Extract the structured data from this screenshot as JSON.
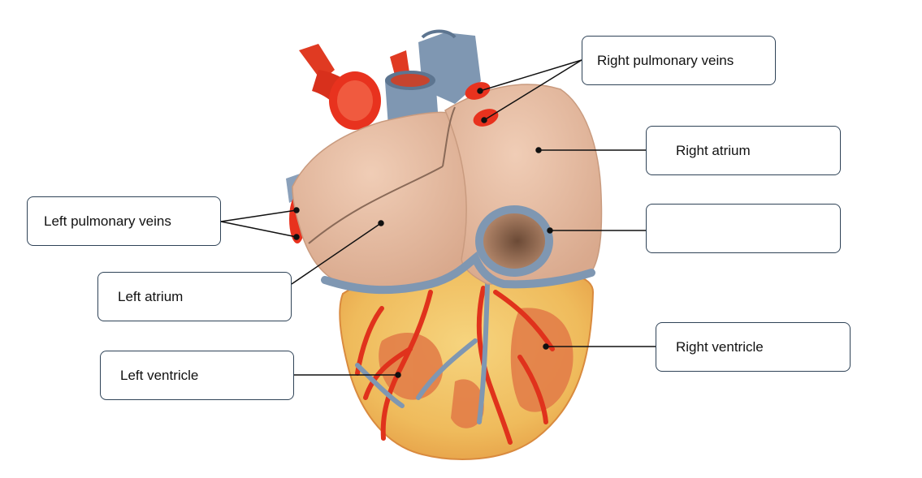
{
  "labels": {
    "right_pulmonary_veins": "Right pulmonary veins",
    "right_atrium": "Right atrium",
    "blank_label": "",
    "left_pulmonary_veins": "Left pulmonary veins",
    "left_atrium": "Left atrium",
    "left_ventricle": "Left ventricle",
    "right_ventricle": "Right ventricle"
  },
  "colors": {
    "artery_red": "#e8321e",
    "vein_blue": "#7f97b2",
    "atrium_skin": "#e3b79e",
    "ventricle_yellow": "#f2c56b",
    "muscle_orange": "#e0703d",
    "label_border": "#2f4357",
    "leader_line": "#111111"
  }
}
